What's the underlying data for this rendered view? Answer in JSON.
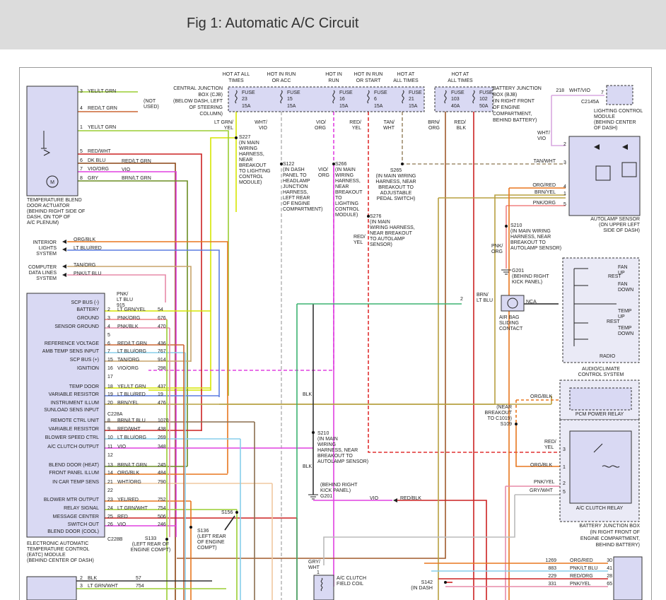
{
  "header": {
    "title": "Fig 1: Automatic A/C Circuit"
  },
  "fuses": {
    "col_labels": [
      "HOT AT ALL",
      "TIMES",
      "HOT IN RUN",
      "OR ACC",
      "HOT IN",
      "RUN",
      "HOT IN RUN",
      "OR START",
      "HOT AT",
      "ALL TIMES",
      "HOT AT",
      "ALL TIMES"
    ],
    "cjb": [
      "CENTRAL JUNCTION",
      "BOX (CJB)",
      "(BELOW DASH, LEFT",
      "OF STEERING",
      "COLUMN)"
    ],
    "bjb": [
      "BATTERY JUNCTION",
      "BOX (BJB)",
      "(IN RIGHT FRONT",
      "OF ENGINE",
      "COMPARTMENT,",
      "BEHIND BATTERY)"
    ],
    "items": [
      {
        "name": "FUSE",
        "num": "23",
        "amp": "15A"
      },
      {
        "name": "FUSE",
        "num": "15",
        "amp": "15A"
      },
      {
        "name": "FUSE",
        "num": "16",
        "amp": "15A"
      },
      {
        "name": "FUSE",
        "num": "6",
        "amp": "15A"
      },
      {
        "name": "FUSE",
        "num": "21",
        "amp": "15A"
      },
      {
        "name": "FUSE",
        "num": "103",
        "amp": "40A"
      },
      {
        "name": "FUSE",
        "num": "102",
        "amp": "50A"
      }
    ]
  },
  "top_wires": [
    [
      "LT GRN/",
      "YEL"
    ],
    [
      "WHT/",
      "VIO"
    ],
    [
      "VIO/",
      "ORG"
    ],
    [
      "RED/",
      "YEL"
    ],
    [
      "TAN/",
      "WHT"
    ],
    [
      "BRN/",
      "ORG"
    ],
    [
      "RED/",
      "BLK"
    ]
  ],
  "splices": {
    "s227": [
      "S227",
      "(IN MAIN",
      "WIRING",
      "HARNESS,",
      "NEAR",
      "BREAKOUT",
      "TO LIGHTING",
      "CONTROL",
      "MODULE)"
    ],
    "s122": [
      "S122",
      "(IN DASH",
      "PANEL TO",
      "HEADLAMP",
      "JUNCTION",
      "HARNESS,",
      "LEFT REAR",
      "OF ENGINE",
      "COMPARTMENT)"
    ],
    "s266": [
      "S266",
      "(IN MAIN",
      "WIRING",
      "HARNESS,",
      "NEAR",
      "BREAKOUT",
      "TO",
      "LIGHTING",
      "CONTROL",
      "MODULE)"
    ],
    "s265": [
      "S265",
      "(IN MAIN WIRING",
      "HARNESS, NEAR",
      "BREAKOUT TO",
      "ADJUSTABLE",
      "PEDAL SWITCH)"
    ],
    "s276": [
      "S276",
      "(IN MAIN",
      "WIRING HARNESS,",
      "NEAR BREAKOUT",
      "TO AUTOLAMP",
      "SENSOR)"
    ],
    "s210_right": [
      "S210",
      "(IN MAIN WIRING",
      "HARNESS, NEAR",
      "BREAKOUT TO",
      "AUTOLAMP SENSOR)"
    ],
    "g201_right": [
      "G201",
      "(BEHIND RIGHT",
      "KICK PANEL)"
    ],
    "s210_mid": [
      "S210",
      "(IN MAIN",
      "WIRING",
      "HARNESS, NEAR",
      "BREAKOUT TO",
      "AUTOLAMP SENSOR)"
    ],
    "g201_mid": [
      "(BEHIND RIGHT",
      "KICK PANEL)",
      "G201"
    ],
    "s156": "S156",
    "s136": [
      "S136",
      "(LEFT REAR",
      "OF ENGINE",
      "COMPT)"
    ],
    "s133": [
      "S133",
      "(LEFT REAR OF",
      "ENGINE COMPT)"
    ],
    "s109": [
      "(NEAR",
      "BREAKOUT",
      "TO C1019)",
      "S109"
    ],
    "s142": [
      "S142",
      "(IN DASH"
    ]
  },
  "blend_actuator": {
    "pins": [
      {
        "num": "3",
        "color": "YEL/LT GRN"
      },
      {
        "num": "4",
        "color": "RED/LT GRN"
      },
      {
        "num": "1",
        "color": "YEL/LT GRN"
      },
      {
        "num": "5",
        "color": "RED/WHT"
      },
      {
        "num": "6",
        "color": "DK BLU"
      },
      {
        "num": "7",
        "color": "VIO/ORG"
      },
      {
        "num": "8",
        "color": "GRY"
      }
    ],
    "not_used": [
      "(NOT",
      "USED)"
    ],
    "right_wires": [
      "RED/LT GRN",
      "VIO",
      "BRN/LT GRN"
    ],
    "motor": "M",
    "label": [
      "TEMPERATURE BLEND",
      "DOOR ACTUATOR",
      "(BEHIND RIGHT SIDE OF",
      "DASH, ON TOP OF",
      "A/C PLENUM)"
    ]
  },
  "interior_lights": {
    "label": [
      "INTERIOR",
      "LIGHTS",
      "SYSTEM"
    ],
    "wires": [
      "ORG/BLK",
      "LT BLU/RED"
    ]
  },
  "computer_data": {
    "label": [
      "COMPUTER",
      "DATA LINES",
      "SYSTEM"
    ],
    "wires": [
      "TAN/ORG",
      "PNK/LT BLU"
    ]
  },
  "pnk_lt_blu_915": [
    "PNK/",
    "LT BLU",
    "915"
  ],
  "eatc": {
    "pins": [
      {
        "name": "SCP BUS (-)",
        "num": "",
        "color": "",
        "circuit": ""
      },
      {
        "name": "BATTERY",
        "num": "2",
        "color": "LT GRN/YEL",
        "circuit": "54"
      },
      {
        "name": "GROUND",
        "num": "3",
        "color": "PNK/ORG",
        "circuit": "676"
      },
      {
        "name": "SENSOR GROUND",
        "num": "4",
        "color": "PNK/BLK",
        "circuit": "470"
      },
      {
        "name": "",
        "num": "5",
        "color": "",
        "circuit": ""
      },
      {
        "name": "REFERENCE VOLTAGE",
        "num": "6",
        "color": "RED/LT GRN",
        "circuit": "436"
      },
      {
        "name": "AMB TEMP SENS INPUT",
        "num": "7",
        "color": "LT BLU/ORG",
        "circuit": "767"
      },
      {
        "name": "SCP BUS (+)",
        "num": "15",
        "color": "TAN/ORG",
        "circuit": "914"
      },
      {
        "name": "IGNITION",
        "num": "16",
        "color": "VIO/ORG",
        "circuit": "298"
      },
      {
        "name": "",
        "num": "17",
        "color": "",
        "circuit": ""
      },
      {
        "name": "TEMP DOOR",
        "num": "18",
        "color": "YEL/LT GRN",
        "circuit": "437"
      },
      {
        "name": "VARIABLE RESISTOR",
        "num": "19",
        "color": "LT BLU/RED",
        "circuit": "19"
      },
      {
        "name": "INSTRUMENT ILLUM",
        "num": "20",
        "color": "BRN/YEL",
        "circuit": "476"
      },
      {
        "name": "SUNLOAD SENS INPUT",
        "num": "",
        "color": "",
        "circuit": ""
      },
      {
        "name": "",
        "num": "C228A",
        "color": "",
        "circuit": ""
      },
      {
        "name": "REMOTE CTRL UNIT",
        "num": "8",
        "color": "BRN/LT BLU",
        "circuit": "1070"
      },
      {
        "name": "VARIABLE RESISTOR",
        "num": "9",
        "color": "RED/WHT",
        "circuit": "438"
      },
      {
        "name": "BLOWER SPEED CTRL",
        "num": "10",
        "color": "LT BLU/ORG",
        "circuit": "269"
      },
      {
        "name": "A/C CLUTCH OUTPUT",
        "num": "11",
        "color": "VIO",
        "circuit": "348"
      },
      {
        "name": "",
        "num": "12",
        "color": "",
        "circuit": ""
      },
      {
        "name": "BLEND DOOR (HEAT)",
        "num": "13",
        "color": "BRN/LT GRN",
        "circuit": "245"
      },
      {
        "name": "FRONT PANEL ILLUM",
        "num": "14",
        "color": "ORG/BLK",
        "circuit": "484"
      },
      {
        "name": "IN CAR TEMP SENS",
        "num": "21",
        "color": "WHT/ORG",
        "circuit": "790"
      },
      {
        "name": "",
        "num": "22",
        "color": "",
        "circuit": ""
      },
      {
        "name": "BLOWER MTR OUTPUT",
        "num": "23",
        "color": "YEL/RED",
        "circuit": "752"
      },
      {
        "name": "RELAY SIGNAL",
        "num": "24",
        "color": "LT GRN/WHT",
        "circuit": "754"
      },
      {
        "name": "MESSAGE CENTER",
        "num": "25",
        "color": "RED",
        "circuit": "506"
      },
      {
        "name": "SWITCH OUT",
        "num": "26",
        "color": "VIO",
        "circuit": "246"
      },
      {
        "name": "BLEND DOOR (COOL)",
        "num": "",
        "color": "",
        "circuit": ""
      }
    ],
    "conn_b": "C228B",
    "label": [
      "ELECTRONIC AUTOMATIC",
      "TEMPERATURE CONTROL",
      "(EATC) MODULE",
      "(BEHIND CENTER OF DASH)"
    ]
  },
  "bottom_left": [
    {
      "num": "2",
      "color": "BLK",
      "circuit": "57"
    },
    {
      "num": "3",
      "color": "LT GRN/WHT",
      "circuit": "754"
    }
  ],
  "lighting_module": {
    "wire": "WHT/VIO",
    "circuit": "218",
    "pin": "7",
    "conn": "C2145A",
    "label": [
      "LIGHTING CONTROL",
      "MODULE",
      "(BEHIND CENTER",
      "OF DASH)"
    ]
  },
  "autolamp": {
    "wire_in": [
      "WHT/",
      "VIO"
    ],
    "pins": [
      {
        "num": "2",
        "color": ""
      },
      {
        "num": "3",
        "color": "TAN/WHT"
      },
      {
        "num": "4",
        "color": "ORG/RED"
      },
      {
        "num": "1",
        "color": "BRN/YEL"
      },
      {
        "num": "5",
        "color": "PNK/ORG"
      }
    ],
    "label": [
      "AUTOLAMP SENSOR",
      "(ON UPPER LEFT",
      "SIDE OF DASH)"
    ],
    "pnk_org": [
      "PNK/",
      "ORG"
    ]
  },
  "audio": {
    "labels": [
      "FAN",
      "UP",
      "REST",
      "FAN",
      "DOWN",
      "TEMP",
      "UP",
      "REST",
      "TEMP",
      "DOWN",
      "RADIO"
    ],
    "title": [
      "AUDIO/CLIMATE",
      "CONTROL SYSTEM"
    ],
    "nca": "NCA"
  },
  "airbag": {
    "wire": [
      "BRN/",
      "LT BLU"
    ],
    "pin": "2",
    "label": [
      "AIR BAG",
      "SLIDING",
      "CONTACT"
    ]
  },
  "blk_labels": [
    "BLK",
    "BLK"
  ],
  "pcm_relay": {
    "wire": "ORG/BLK",
    "label": "PCM POWER RELAY"
  },
  "ac_relay": {
    "pins": [
      {
        "num": "3",
        "color": "RED/",
        "color2": "YEL"
      },
      {
        "num": "1",
        "color": "ORG/BLK"
      },
      {
        "num": "2",
        "color": "PNK/YEL"
      },
      {
        "num": "5",
        "color": "GRY/WHT"
      }
    ],
    "label": "A/C CLUTCH RELAY",
    "bjb": [
      "BATTERY JUNCTION BOX",
      "(IN RIGHT FRONT OF",
      "ENGINE COMPARTMENT,",
      "BEHIND BATTERY)"
    ]
  },
  "vio_red_blk": [
    "VIO",
    "RED/BLK"
  ],
  "red_yel_mid": [
    "RED/",
    "YEL"
  ],
  "vio_org_mid": [
    "VIO/",
    "ORG"
  ],
  "clutch": {
    "wire": [
      "GRY/",
      "WHT"
    ],
    "pin": "1",
    "label": [
      "A/C CLUTCH",
      "FIELD COIL"
    ]
  },
  "bottom_right": [
    {
      "circuit": "1269",
      "color": "ORG/RED",
      "pin": "30"
    },
    {
      "circuit": "883",
      "color": "PNK/LT BLU",
      "pin": "41"
    },
    {
      "circuit": "229",
      "color": "RED/ORG",
      "pin": "28"
    },
    {
      "circuit": "331",
      "color": "PNK/YEL",
      "pin": "65"
    }
  ]
}
